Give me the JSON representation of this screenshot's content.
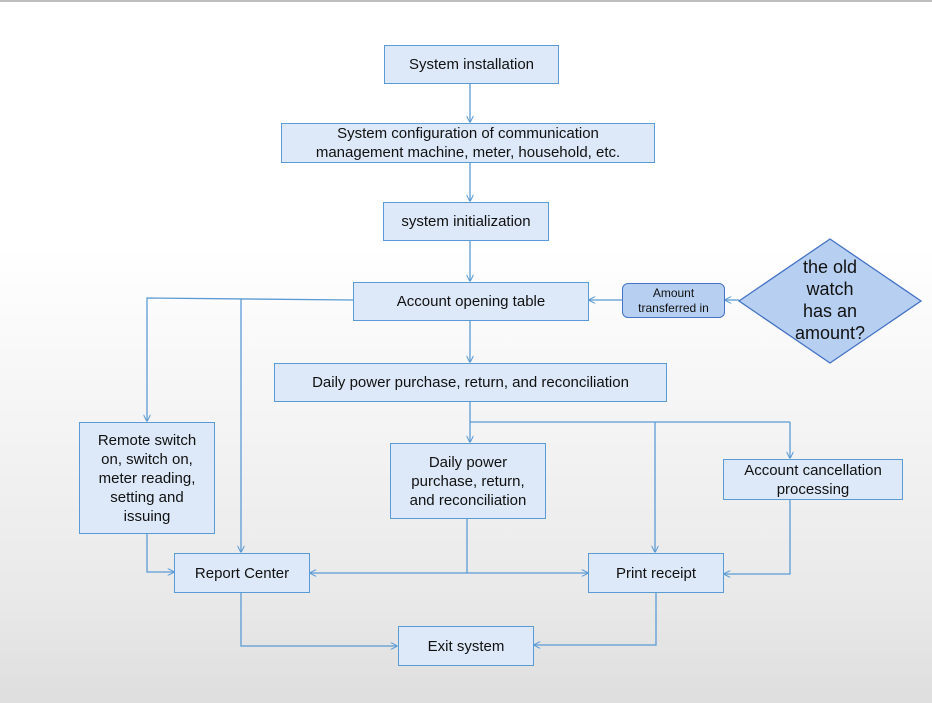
{
  "nodes": {
    "system_installation": "System installation",
    "system_configuration": "System configuration of communication\nmanagement machine, meter, household, etc.",
    "system_initialization": "system initialization",
    "account_opening_table": "Account opening table",
    "amount_transferred_in": "Amount\ntransferred in",
    "old_watch_decision": "the old\nwatch\nhas an\namount?",
    "daily_power_main": "Daily power purchase, return, and reconciliation",
    "remote_switch": "Remote switch\non, switch on,\nmeter reading,\nsetting and\nissuing",
    "daily_power_sub": "Daily power\npurchase, return,\nand reconciliation",
    "account_cancellation": "Account cancellation\nprocessing",
    "report_center": "Report Center",
    "print_receipt": "Print receipt",
    "exit_system": "Exit system"
  },
  "colors": {
    "box_fill": "#dde9f8",
    "box_border": "#5b9bd5",
    "connector": "#5b9bd5",
    "pill_fill": "#b7cff0",
    "diamond_fill": "#b7cff0",
    "diamond_border": "#4472c4"
  }
}
